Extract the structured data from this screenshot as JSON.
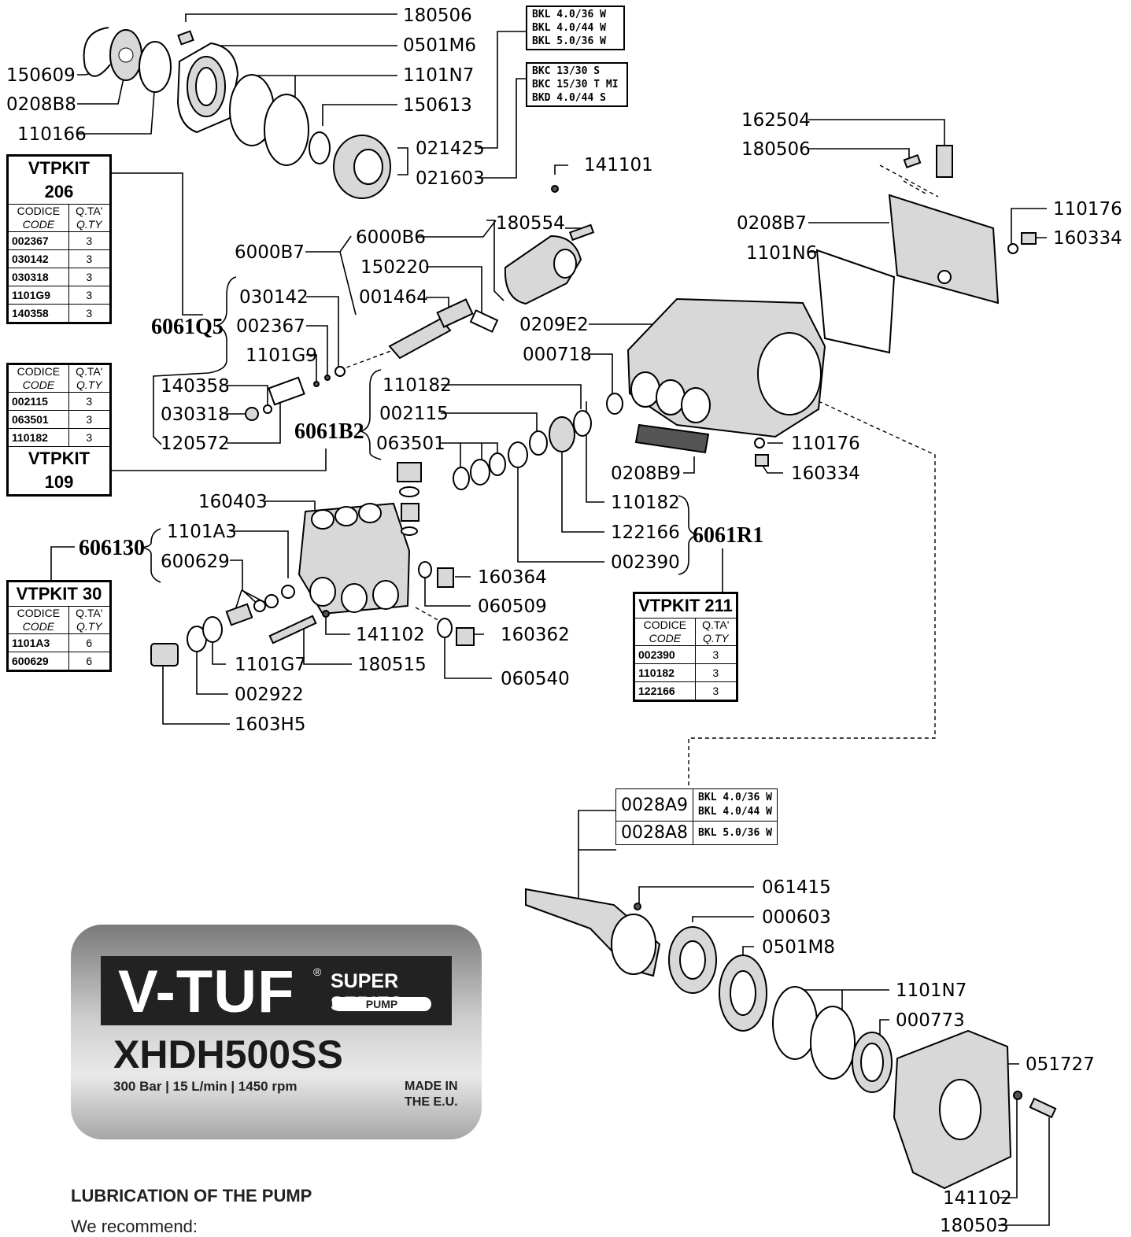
{
  "labels": {
    "p180506a": "180506",
    "p0501M6": "0501M6",
    "p1101N7a": "1101N7",
    "p150613": "150613",
    "p150609": "150609",
    "p0208B8": "0208B8",
    "p110166": "110166",
    "p021425": "021425",
    "p021603": "021603",
    "p141101": "141101",
    "p162504": "162504",
    "p180506b": "180506",
    "p0208B7": "0208B7",
    "p1101N6": "1101N6",
    "p110176a": "110176",
    "p160334a": "160334",
    "p180554": "180554",
    "p6000B6": "6000B6",
    "p6000B7": "6000B7",
    "p150220": "150220",
    "p001464": "001464",
    "p030142": "030142",
    "p002367": "002367",
    "p1101G9": "1101G9",
    "p0209E2": "0209E2",
    "p000718": "000718",
    "p140358": "140358",
    "p030318": "030318",
    "p120572": "120572",
    "p110182a": "110182",
    "p002115": "002115",
    "p063501": "063501",
    "p110176b": "110176",
    "p160334b": "160334",
    "p0208B9": "0208B9",
    "p110182b": "110182",
    "p122166": "122166",
    "p002390": "002390",
    "p160403": "160403",
    "p1101A3": "1101A3",
    "p600629": "600629",
    "p160364": "160364",
    "p060509": "060509",
    "p141102a": "141102",
    "p160362": "160362",
    "p1101G7": "1101G7",
    "p180515": "180515",
    "p060540": "060540",
    "p002922": "002922",
    "p1603H5": "1603H5",
    "p061415": "061415",
    "p000603": "000603",
    "p0501M8": "0501M8",
    "p1101N7b": "1101N7",
    "p000773": "000773",
    "p051727": "051727",
    "p141102b": "141102",
    "p180503": "180503"
  },
  "kit_codes": {
    "k6061Q5": "6061Q5",
    "k6061B2": "6061B2",
    "k6061R1": "6061R1",
    "k606130": "606130"
  },
  "model_boxes": {
    "box1": [
      "BKL  4.0/36  W",
      "BKL  4.0/44  W",
      "BKL  5.0/36  W"
    ],
    "box2": [
      "BKC  13/30  S",
      "BKC  15/30  T  MI",
      "BKD  4.0/44  S"
    ]
  },
  "crank_table": {
    "row1_code": "0028A9",
    "row1_models": [
      "BKL  4.0/36  W",
      "BKL  4.0/44  W"
    ],
    "row2_code": "0028A8",
    "row2_models": [
      "BKL  5.0/36  W"
    ]
  },
  "kits": {
    "vtp206": {
      "title": "VTPKIT 206",
      "h1": "CODICE",
      "h1i": "CODE",
      "h2": "Q.TA'",
      "h2i": "Q.TY",
      "rows": [
        [
          "002367",
          "3"
        ],
        [
          "030142",
          "3"
        ],
        [
          "030318",
          "3"
        ],
        [
          "1101G9",
          "3"
        ],
        [
          "140358",
          "3"
        ]
      ]
    },
    "vtp109": {
      "title": "VTPKIT 109",
      "h1": "CODICE",
      "h1i": "CODE",
      "h2": "Q.TA'",
      "h2i": "Q.TY",
      "rows": [
        [
          "002115",
          "3"
        ],
        [
          "063501",
          "3"
        ],
        [
          "110182",
          "3"
        ]
      ]
    },
    "vtp30": {
      "title": "VTPKIT 30",
      "h1": "CODICE",
      "h1i": "CODE",
      "h2": "Q.TA'",
      "h2i": "Q.TY",
      "rows": [
        [
          "1101A3",
          "6"
        ],
        [
          "600629",
          "6"
        ]
      ]
    },
    "vtp211": {
      "title": "VTPKIT 211",
      "h1": "CODICE",
      "h1i": "CODE",
      "h2": "Q.TA'",
      "h2i": "Q.TY",
      "rows": [
        [
          "002390",
          "3"
        ],
        [
          "110182",
          "3"
        ],
        [
          "122166",
          "3"
        ]
      ]
    }
  },
  "badge": {
    "brand": "V-TUF",
    "reg": "®",
    "series": "SUPER SERIES",
    "pump": "PUMP",
    "model": "XHDH500SS",
    "specs": "300 Bar | 15 L/min | 1450 rpm",
    "made_in_1": "MADE IN",
    "made_in_2": "THE E.U."
  },
  "lubrication": {
    "title": "LUBRICATION OF THE PUMP",
    "text": "We recommend:"
  },
  "colors": {
    "line": "#000000",
    "badge_dark": "#222222",
    "badge_silver": "#cfcfcf"
  }
}
